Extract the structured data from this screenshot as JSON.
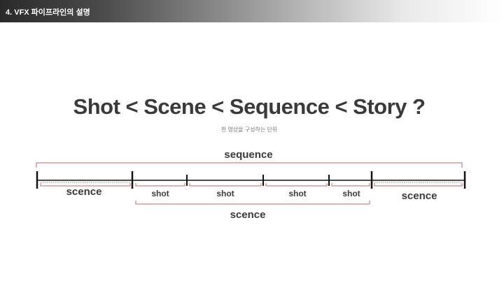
{
  "header": {
    "title": "4. VFX 파이프라인의 설명"
  },
  "main": {
    "title": "Shot < Scene < Sequence < Story ?",
    "subtitle": "한 영상을 구성하는 단위"
  },
  "diagram": {
    "sequence_label": "sequence",
    "scene_left_label": "scence",
    "scene_right_label": "scence",
    "scene_middle_label": "scence",
    "shot_labels": [
      "shot",
      "shot",
      "shot",
      "shot"
    ],
    "colors": {
      "bracket": "#c86464",
      "timeline": "#111111",
      "dotted": "#666666",
      "text": "#3a3a3a"
    }
  }
}
